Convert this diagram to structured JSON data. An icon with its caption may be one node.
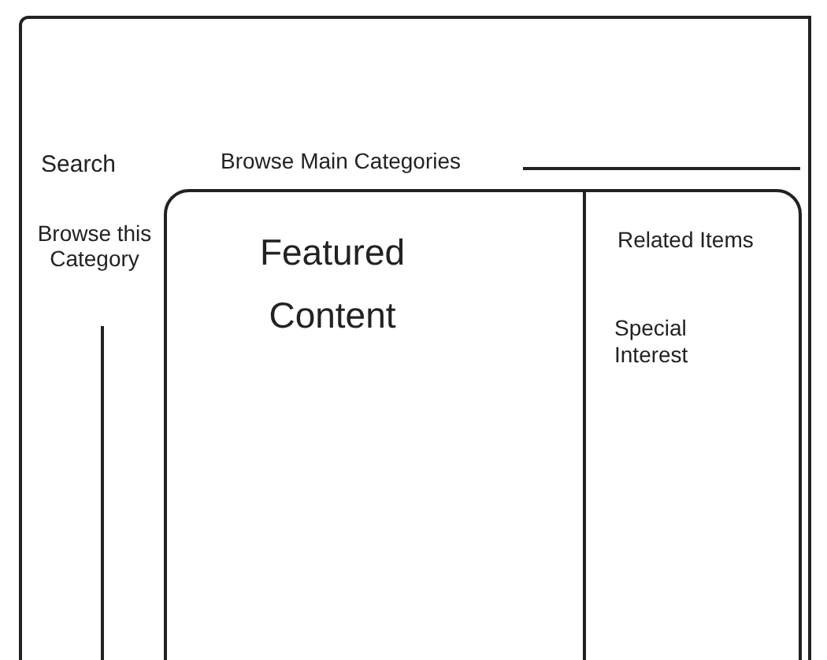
{
  "diagram": {
    "nodes": [
      {
        "text": [],
        "shape": "box"
      },
      {
        "text": [
          "Featured Content"
        ],
        "in": 0
      },
      {
        "text": [
          "Related Items",
          "Special Interest"
        ],
        "in": 1
      }
    ],
    "labels": [
      "Search",
      "Browse Main Categories",
      "Browse this Category"
    ]
  }
}
